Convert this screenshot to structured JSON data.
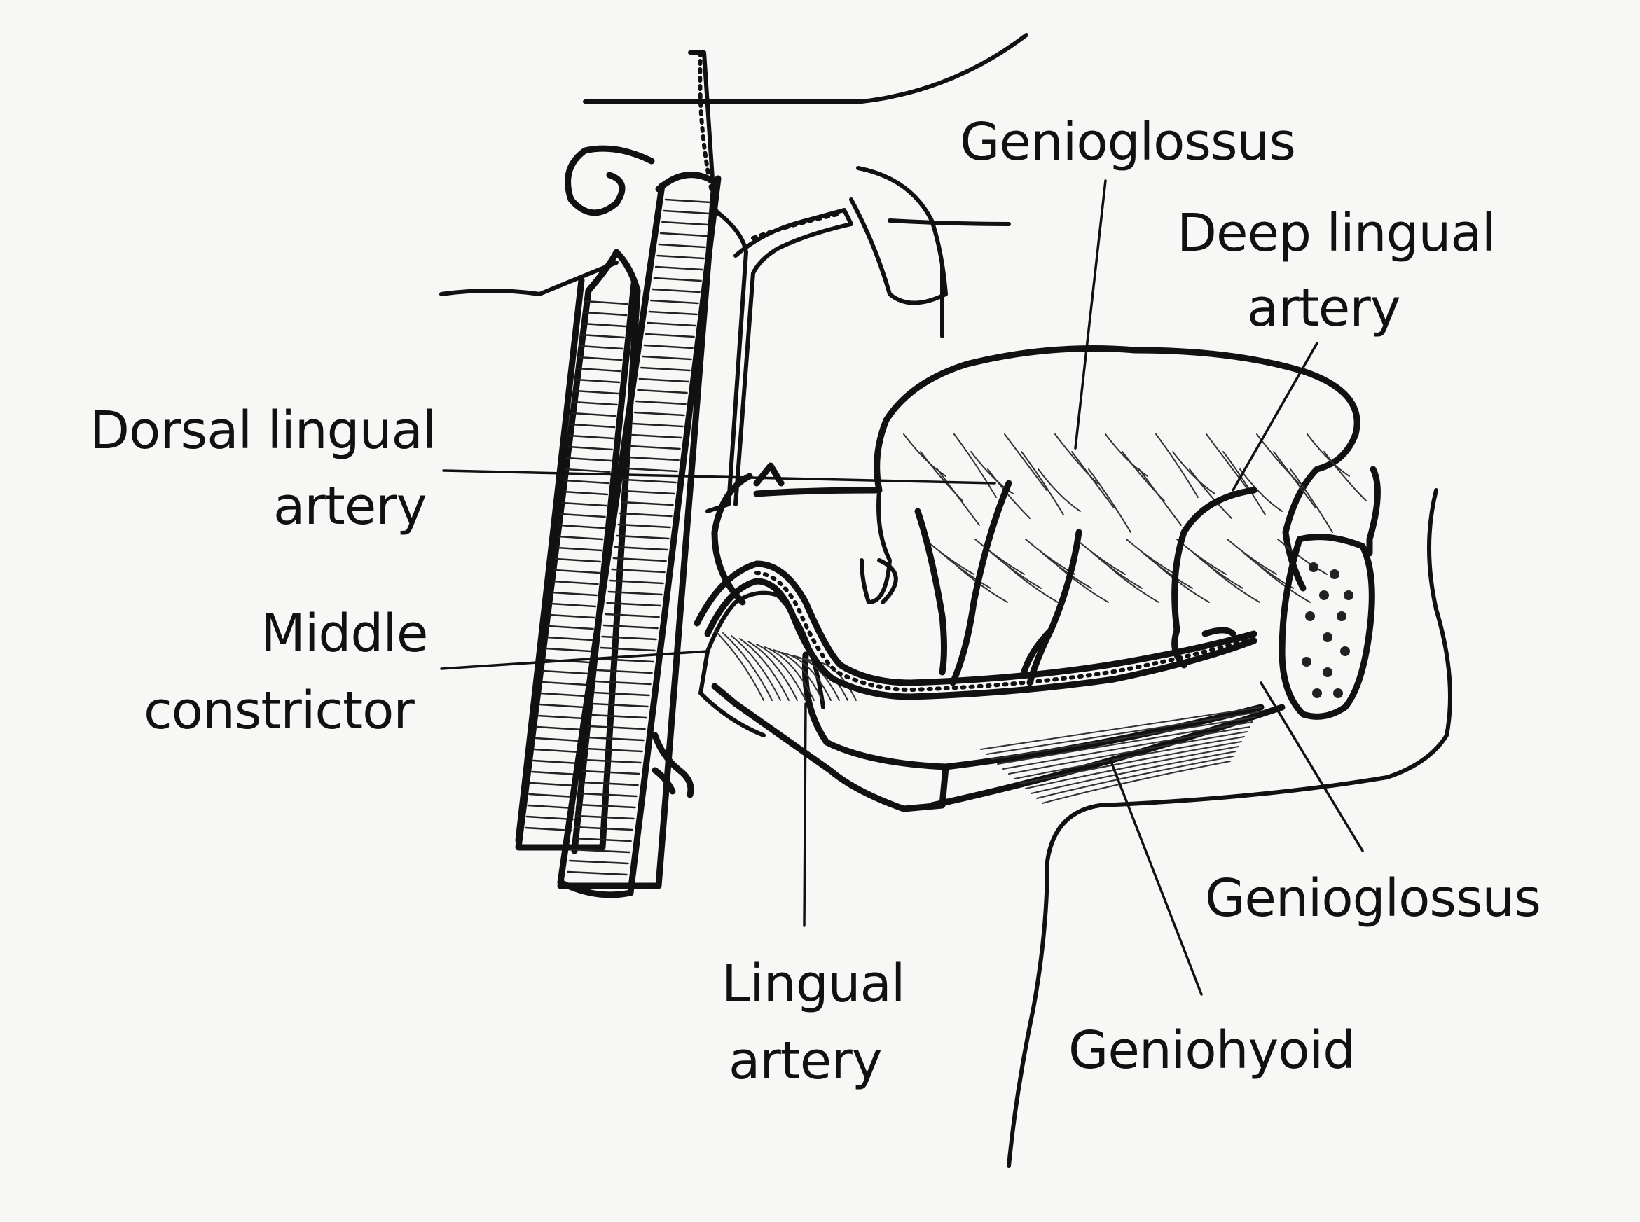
{
  "labels": {
    "genioglossus_top": "Genioglossus",
    "deep_lingual_line1": "Deep lingual",
    "deep_lingual_line2": "artery",
    "dorsal_lingual_line1": "Dorsal lingual",
    "dorsal_lingual_line2": "artery",
    "middle_constrictor_line1": "Middle",
    "middle_constrictor_line2": "constrictor",
    "genioglossus_bottom": "Genioglossus",
    "lingual_artery_line1": "Lingual",
    "lingual_artery_line2": "artery",
    "geniohyoid": "Geniohyoid"
  }
}
